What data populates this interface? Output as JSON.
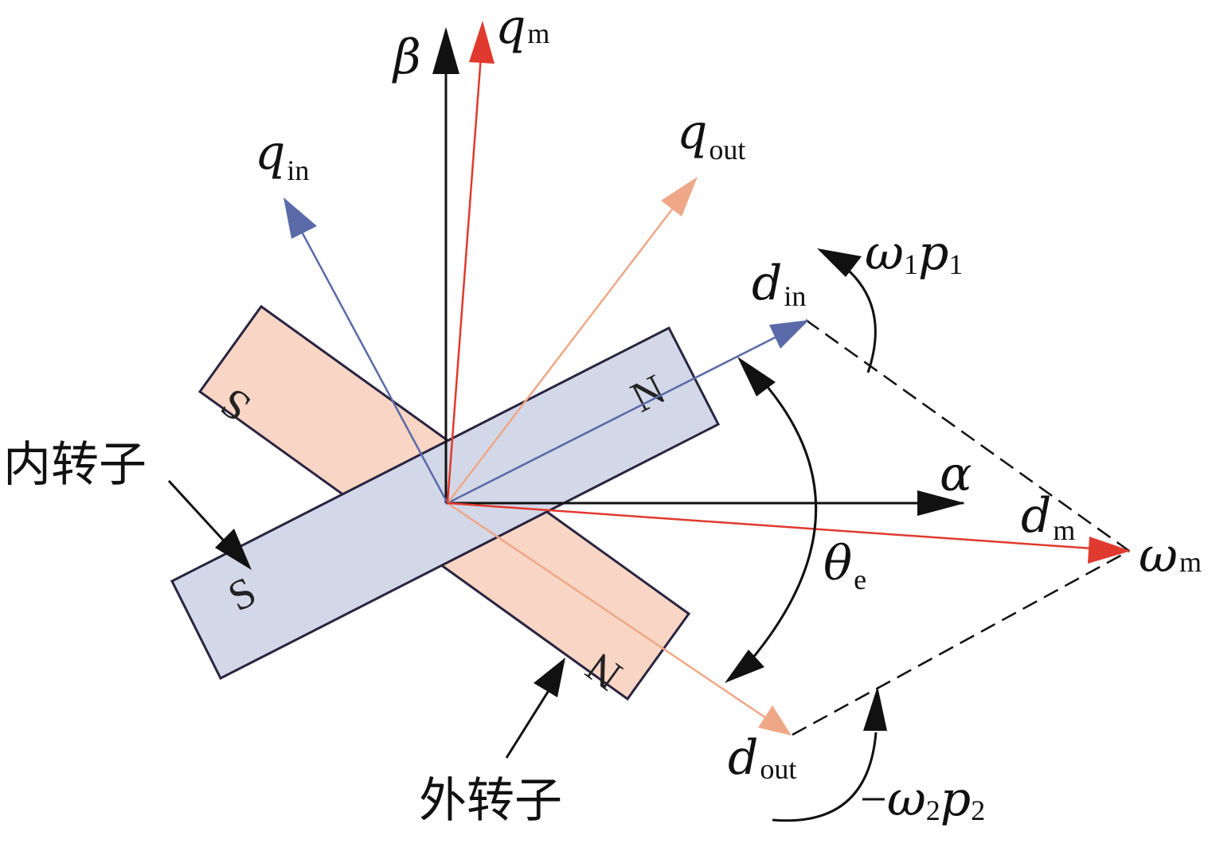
{
  "colors": {
    "axis": "#111111",
    "m_vector": "#e03a2e",
    "in_vector": "#5a6aa8",
    "out_vector": "#eea887",
    "inner_rotor_fill": "#d3d8e8",
    "outer_rotor_fill": "#f8d5c4",
    "rotor_stroke": "#2a2440"
  },
  "axes": {
    "alpha": "α",
    "beta": "β"
  },
  "vectors": {
    "q_m": {
      "main": "q",
      "sub": "m"
    },
    "d_m": {
      "main": "d",
      "sub": "m"
    },
    "q_in": {
      "main": "q",
      "sub": "in"
    },
    "d_in": {
      "main": "d",
      "sub": "in"
    },
    "q_out": {
      "main": "q",
      "sub": "out"
    },
    "d_out": {
      "main": "d",
      "sub": "out"
    }
  },
  "speeds": {
    "omega_m": {
      "main": "ω",
      "sub": "m"
    },
    "omega1p1": {
      "w": "ω",
      "w_sub": "1",
      "p": "p",
      "p_sub": "1"
    },
    "omega2p2": {
      "prefix": "−",
      "w": "ω",
      "w_sub": "2",
      "p": "p",
      "p_sub": "2"
    }
  },
  "angle": {
    "main": "θ",
    "sub": "e"
  },
  "rotors": {
    "inner_label": "内转子",
    "outer_label": "外转子",
    "inner_pole_left": "S",
    "inner_pole_right": "N",
    "outer_pole_top": "S",
    "outer_pole_bottom": "N"
  }
}
